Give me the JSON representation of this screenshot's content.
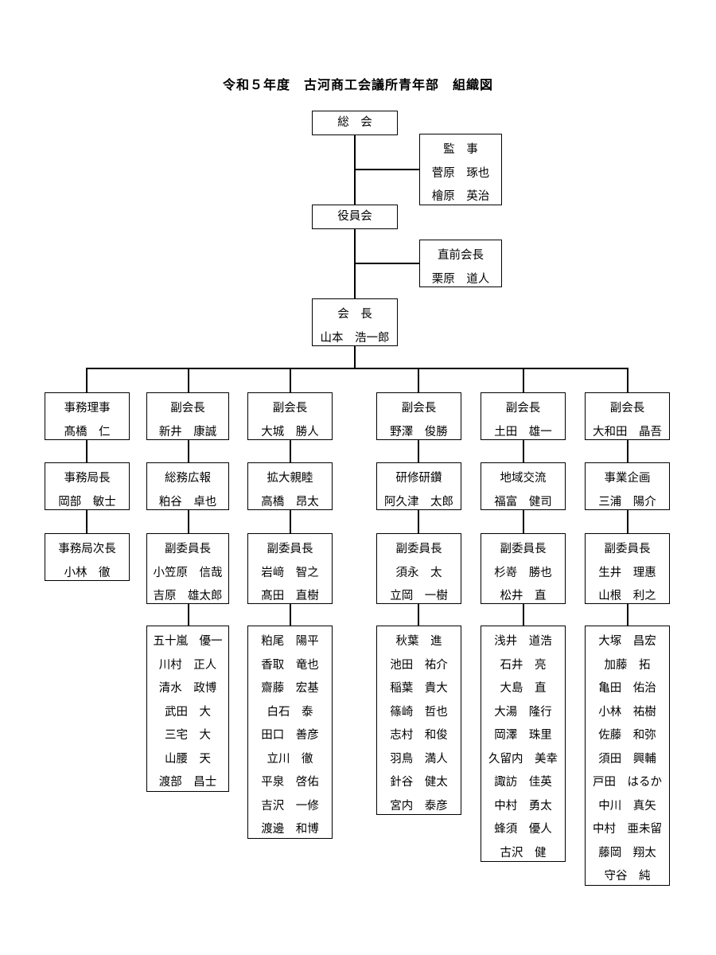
{
  "title": "令和５年度　古河商工会議所青年部　組織図",
  "top": {
    "soukai": [
      "総　会"
    ],
    "kanji": [
      "監　事",
      "菅原　琢也",
      "檜原　英治"
    ],
    "yakuinkai": [
      "役員会"
    ],
    "chokuzen": [
      "直前会長",
      "栗原　道人"
    ],
    "kaicho": [
      "会　長",
      "山本　浩一郎"
    ]
  },
  "columns": [
    {
      "head": [
        "事務理事",
        "髙橋　仁"
      ],
      "committee": [
        "事務局長",
        "岡部　敏士"
      ],
      "sub": [
        "事務局次長",
        "小林　徹"
      ],
      "members": []
    },
    {
      "head": [
        "副会長",
        "新井　康誠"
      ],
      "committee": [
        "総務広報",
        "粕谷　卓也"
      ],
      "sub": [
        "副委員長",
        "小笠原　信哉",
        "吉原　雄太郎"
      ],
      "members": [
        "五十嵐　優一",
        "川村　正人",
        "清水　政博",
        "武田　大",
        "三宅　大",
        "山腰　天",
        "渡部　昌士"
      ]
    },
    {
      "head": [
        "副会長",
        "大城　勝人"
      ],
      "committee": [
        "拡大親睦",
        "高橋　昂太"
      ],
      "sub": [
        "副委員長",
        "岩﨑　智之",
        "髙田　直樹"
      ],
      "members": [
        "粕尾　陽平",
        "香取　竜也",
        "齋藤　宏基",
        "白石　泰",
        "田口　善彦",
        "立川　徹",
        "平泉　啓佑",
        "吉沢　一修",
        "渡邊　和博"
      ]
    },
    {
      "head": [
        "副会長",
        "野澤　俊勝"
      ],
      "committee": [
        "研修研鑽",
        "阿久津　太郎"
      ],
      "sub": [
        "副委員長",
        "須永　太",
        "立岡　一樹"
      ],
      "members": [
        "秋葉　進",
        "池田　祐介",
        "稲葉　貴大",
        "篠崎　哲也",
        "志村　和俊",
        "羽鳥　満人",
        "針谷　健太",
        "宮内　泰彦"
      ]
    },
    {
      "head": [
        "副会長",
        "土田　雄一"
      ],
      "committee": [
        "地域交流",
        "福富　健司"
      ],
      "sub": [
        "副委員長",
        "杉嵜　勝也",
        "松井　直"
      ],
      "members": [
        "浅井　道浩",
        "石井　亮",
        "大島　直",
        "大湯　隆行",
        "岡澤　珠里",
        "久留内　美幸",
        "諏訪　佳英",
        "中村　勇太",
        "蜂須　優人",
        "古沢　健"
      ]
    },
    {
      "head": [
        "副会長",
        "大和田　晶吾"
      ],
      "committee": [
        "事業企画",
        "三浦　陽介"
      ],
      "sub": [
        "副委員長",
        "生井　理惠",
        "山根　利之"
      ],
      "members": [
        "大塚　昌宏",
        "加藤　拓",
        "亀田　佑治",
        "小林　祐樹",
        "佐藤　和弥",
        "須田　興輔",
        "戸田　はるか",
        "中川　真矢",
        "中村　亜未留",
        "藤岡　翔太",
        "守谷　純"
      ]
    }
  ]
}
